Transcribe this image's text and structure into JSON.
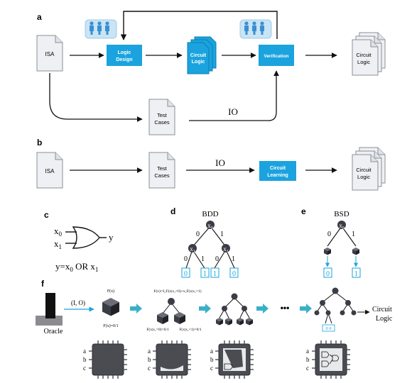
{
  "panels": {
    "a": "a",
    "b": "b",
    "c": "c",
    "d": "d",
    "e": "e",
    "f": "f"
  },
  "a": {
    "isa": "ISA",
    "logic_design": [
      "Logic",
      "Design"
    ],
    "circuit_logic_blue": [
      "Circuit",
      "Logic"
    ],
    "verification": "Verification",
    "circuit_logic_out": [
      "Circuit",
      "Logic"
    ],
    "test_cases": [
      "Test",
      "Cases"
    ],
    "io": "IO"
  },
  "b": {
    "isa": "ISA",
    "test_cases": [
      "Test",
      "Cases"
    ],
    "io": "IO",
    "circuit_learning": [
      "Circuit",
      "Learning"
    ],
    "circuit_logic_out": [
      "Circuit",
      "Logic"
    ]
  },
  "c": {
    "x0": "x",
    "x0_sub": "0",
    "x1": "x",
    "x1_sub": "1",
    "y": "y",
    "eq_prefix": "y=x",
    "eq_sub0": "0",
    "eq_mid": " OR x",
    "eq_sub1": "1"
  },
  "d": {
    "title": "BDD",
    "root": "x",
    "root_sub": "0",
    "left": "x",
    "left_sub": "1",
    "right": "x",
    "right_sub": "1",
    "edge_labels": [
      "0",
      "1",
      "0",
      "1",
      "0",
      "1"
    ],
    "leaves": [
      "0",
      "1",
      "1",
      "0"
    ]
  },
  "e": {
    "title": "BSD",
    "root": "x",
    "root_sub": "0",
    "edge_labels": [
      "0",
      "1"
    ],
    "leaves": [
      "0",
      "1"
    ]
  },
  "f": {
    "io": "(I, O)",
    "oracle": "Oracle",
    "fx": "F(x)",
    "fx_eq": "F(x)=0/1",
    "decomp": "F(x)=x̄₁F(x|x₁=0)+x₁F(x|x₁=1)",
    "cond0": "F(x|x₁=0)=0/1",
    "cond1": "F(x|x₁=1)=0/1",
    "dots": "•••",
    "leaf_bits": "0 0",
    "output": [
      "Circuit",
      "Logic"
    ],
    "pins": [
      "a",
      "b",
      "c"
    ]
  },
  "colors": {
    "accent": "#1aa3de",
    "accent_light": "#c9e4f5",
    "node": "#3a3d45",
    "arrow_teal": "#3ab0c8",
    "chip": "#4a4c52",
    "doc": "#eef0f3"
  }
}
